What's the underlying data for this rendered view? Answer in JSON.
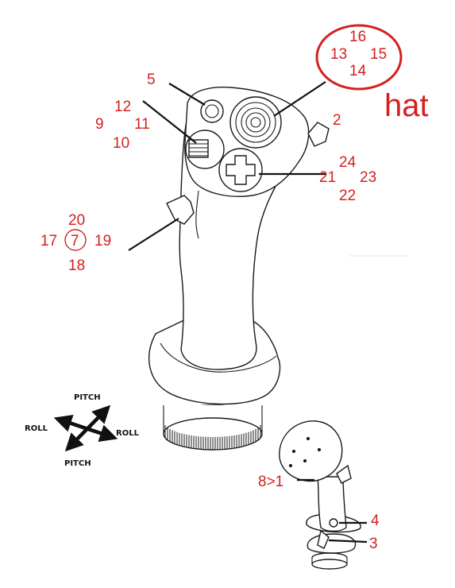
{
  "hat_label": "hat",
  "hat_callout": {
    "top": "16",
    "left": "13",
    "right": "15",
    "bottom": "14"
  },
  "labels": {
    "b5": "5",
    "b2": "2",
    "b12": "12",
    "b9": "9",
    "b11": "11",
    "b10": "10",
    "b24": "24",
    "b21": "21",
    "b23": "23",
    "b22": "22",
    "b20": "20",
    "b17": "17",
    "b7": "7",
    "b19": "19",
    "b18": "18",
    "b8": "8>1",
    "b4": "4",
    "b3": "3"
  },
  "axes": {
    "pitch_top": "PITCH",
    "pitch_bottom": "PITCH",
    "roll_left": "ROLL",
    "roll_right": "ROLL"
  },
  "colors": {
    "label": "#d42020",
    "line": "#111111"
  },
  "icons": [
    "joystick-grip-icon",
    "joystick-base-icon",
    "pitch-roll-arrows-icon",
    "small-joystick-icon"
  ]
}
